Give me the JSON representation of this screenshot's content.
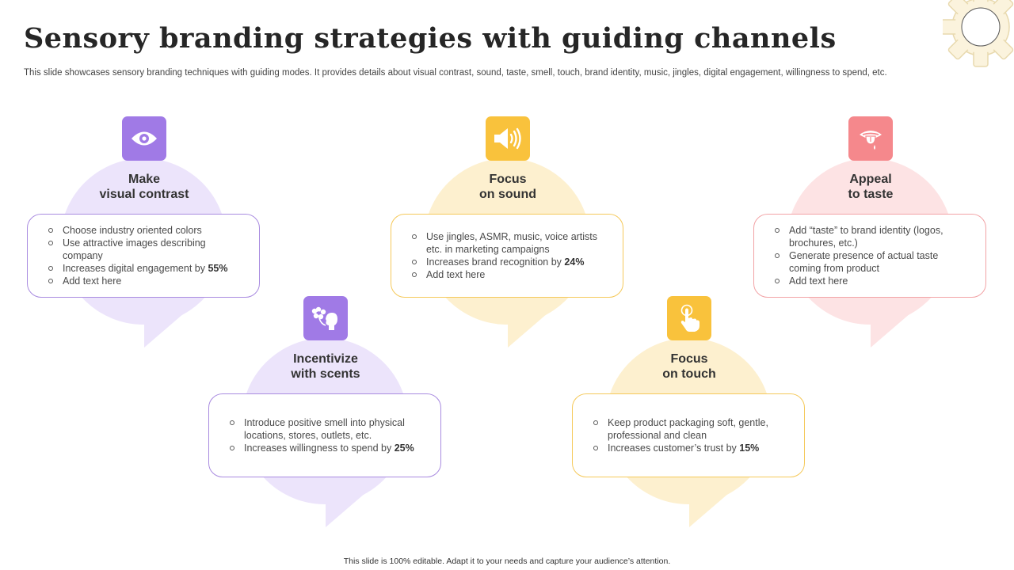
{
  "title": "Sensory branding strategies with guiding channels",
  "subtitle": "This slide showcases sensory branding techniques with guiding modes. It provides details about visual contrast, sound, taste, smell, touch, brand identity, music, jingles, digital engagement, willingness to spend, etc.",
  "footer": "This slide is 100% editable.  Adapt it to your needs and capture your audience’s attention.",
  "colors": {
    "purple_icon": "#a07ae6",
    "purple_blob": "#ece4fb",
    "purple_border": "#a98be0",
    "yellow_icon": "#f9c23c",
    "yellow_blob": "#fdf0cf",
    "yellow_border": "#f5c95a",
    "pink_icon": "#f5888c",
    "pink_blob": "#fde3e4",
    "pink_border": "#f2a3a6"
  },
  "cards": {
    "visual": {
      "icon": "eye-icon",
      "title1": "Make",
      "title2": "visual contrast",
      "items": [
        "Choose industry oriented colors",
        "Use attractive images describing company",
        "Increases digital engagement  by ",
        "Add text here"
      ],
      "highlight": "55%"
    },
    "sound": {
      "icon": "speaker-icon",
      "title1": "Focus",
      "title2": "on sound",
      "items": [
        "Use jingles, ASMR, music, voice artists etc. in marketing campaigns",
        "Increases brand recognition by ",
        "Add text here"
      ],
      "highlight": "24%"
    },
    "taste": {
      "icon": "tongue-icon",
      "title1": "Appeal",
      "title2": "to taste",
      "items": [
        "Add “taste” to brand identity (logos, brochures, etc.)",
        "Generate presence of actual taste coming from  product",
        "Add text here"
      ]
    },
    "scents": {
      "icon": "smell-icon",
      "title1": "Incentivize",
      "title2": "with scents",
      "items": [
        "Introduce positive smell into physical locations, stores, outlets, etc.",
        "Increases willingness to spend by "
      ],
      "highlight": "25%"
    },
    "touch": {
      "icon": "touch-icon",
      "title1": "Focus",
      "title2": "on touch",
      "items": [
        "Keep product packaging soft, gentle, professional and clean",
        "Increases customer’s trust by "
      ],
      "highlight": "15%"
    }
  }
}
